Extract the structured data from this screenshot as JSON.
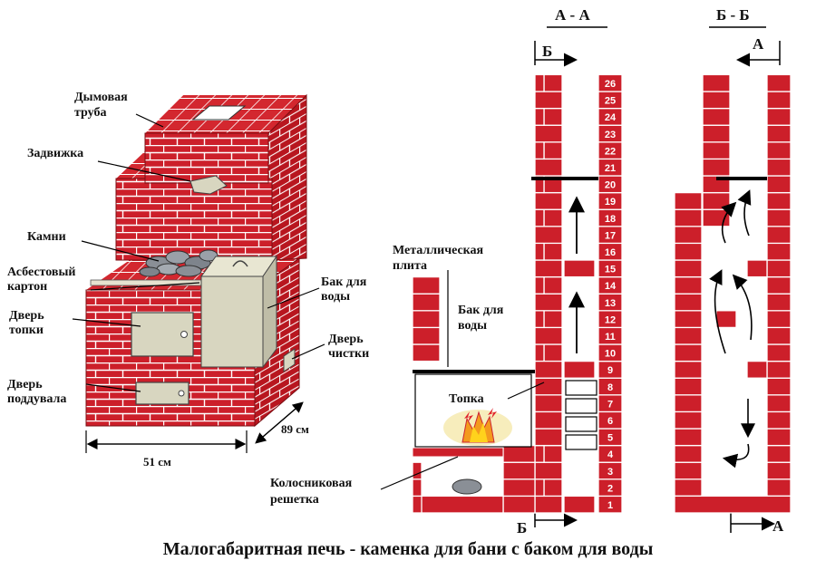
{
  "caption": "Малогабаритная печь - каменка для бани с баком для воды",
  "left_figure": {
    "labels": {
      "chimney": "Дымовая труба",
      "damper": "Задвижка",
      "stones": "Камни",
      "asbestos": "Асбестовый картон",
      "firebox_door": "Дверь топки",
      "ash_door": "Дверь поддувала",
      "water_tank": "Бак для воды",
      "cleaning_door": "Дверь чистки"
    },
    "dims": {
      "width": "51 см",
      "depth": "89 см"
    }
  },
  "section_aa": {
    "title": "А - А",
    "marker_top": "Б",
    "marker_bottom": "Б",
    "labels": {
      "metal_plate": "Металлическая плита",
      "water_tank": "Бак для воды",
      "firebox": "Топка",
      "grate": "Колосниковая решетка"
    },
    "rows": [
      "1",
      "2",
      "3",
      "4",
      "5",
      "6",
      "7",
      "8",
      "9",
      "10",
      "11",
      "12",
      "13",
      "14",
      "15",
      "16",
      "17",
      "18",
      "19",
      "20",
      "21",
      "22",
      "23",
      "24",
      "25",
      "26"
    ]
  },
  "section_bb": {
    "title": "Б - Б",
    "marker_top": "А",
    "marker_bottom": "А"
  },
  "colors": {
    "brick": "#cc1f2a",
    "mortar": "#ffffff",
    "tank": "#d8d6c0",
    "stones": "#8a8f96"
  }
}
